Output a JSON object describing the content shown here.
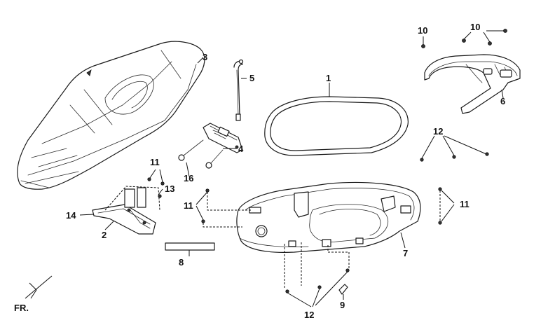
{
  "diagram": {
    "callouts": {
      "c1": "1",
      "c2": "2",
      "c3": "3",
      "c4": "4",
      "c5": "5",
      "c6": "6",
      "c7": "7",
      "c8": "8",
      "c9": "9",
      "c10a": "10",
      "c10b": "10",
      "c11a": "11",
      "c11b": "11",
      "c11c": "11",
      "c12a": "12",
      "c12b": "12",
      "c13": "13",
      "c14": "14",
      "c16": "16"
    },
    "direction_label": "FR."
  }
}
